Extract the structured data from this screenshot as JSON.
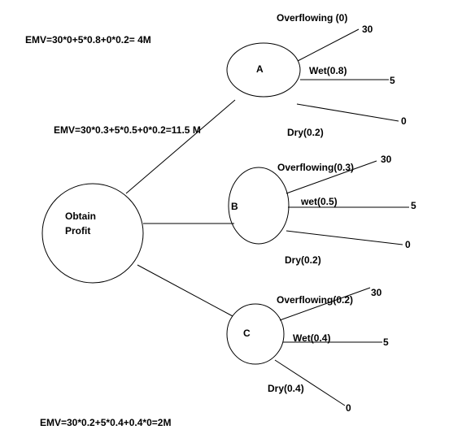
{
  "emv": {
    "a": "EMV=30*0+5*0.8+0*0.2=  4M",
    "b": "EMV=30*0.3+5*0.5+0*0.2=11.5 M",
    "c": "EMV=30*0.2+5*0.4+0.4*0=2M"
  },
  "root": {
    "label_line1": "Obtain",
    "label_line2": "Profit"
  },
  "nodes": {
    "a": {
      "label": "A",
      "branches": {
        "overflowing": "Overflowing (0)",
        "wet": "Wet(0.8)",
        "dry": "Dry(0.2)"
      },
      "payoffs": {
        "overflowing": "30",
        "wet": "5",
        "dry": "0"
      }
    },
    "b": {
      "label": "B",
      "branches": {
        "overflowing": "Overflowing(0.3)",
        "wet": "wet(0.5)",
        "dry": "Dry(0.2)"
      },
      "payoffs": {
        "overflowing": "30",
        "wet": "5",
        "dry": "0"
      }
    },
    "c": {
      "label": "C",
      "branches": {
        "overflowing": "Overflowing(0.2)",
        "wet": "Wet(0.4)",
        "dry": "Dry(0.4)"
      },
      "payoffs": {
        "overflowing": "30",
        "wet": "5",
        "dry": "0"
      }
    }
  }
}
